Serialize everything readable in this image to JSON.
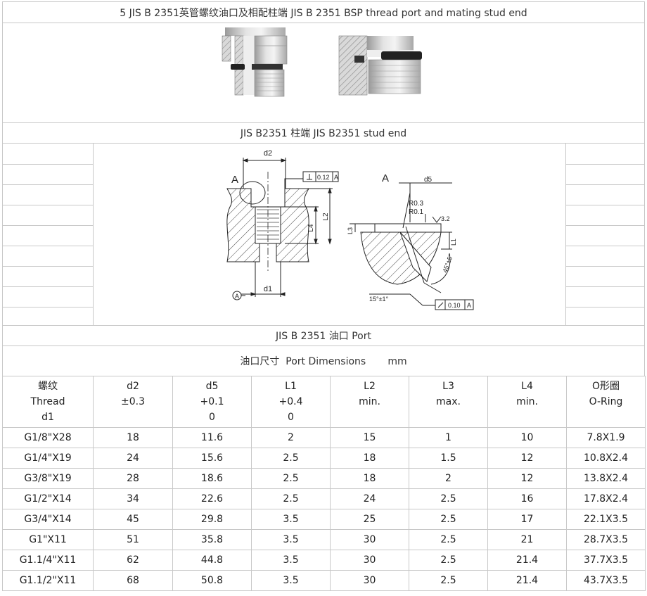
{
  "section1": {
    "title": "5  JIS B 2351英管螺纹油口及相配柱端 JIS B 2351 BSP thread port and mating stud end"
  },
  "section2": {
    "title": "JIS B2351 柱端 JIS B2351 stud end"
  },
  "drawing": {
    "label_d2": "d2",
    "label_d1": "d1",
    "label_d5": "d5",
    "label_A": "A",
    "label_A_left": "A",
    "label_A_right": "A",
    "label_L4": "L4",
    "label_L2": "L2",
    "label_L1": "L1",
    "label_L3": "L3",
    "tol_perp": "0.12",
    "tol_runout": "0.10",
    "r03": "R0.3",
    "r01": "R0.1",
    "rough": "3.2",
    "angle45": "45°±5°",
    "angle15": "15°±1°"
  },
  "section3": {
    "title": "JIS B 2351  油口 Port",
    "subtitle": "油口尺寸  Port Dimensions       mm"
  },
  "table": {
    "headers": [
      [
        "螺纹",
        "Thread",
        "d1"
      ],
      [
        "d2",
        "±0.3",
        ""
      ],
      [
        "d5",
        "+0.1",
        "0"
      ],
      [
        "L1",
        "+0.4",
        "0"
      ],
      [
        "L2",
        "min.",
        ""
      ],
      [
        "L3",
        "max.",
        ""
      ],
      [
        "L4",
        "min.",
        ""
      ],
      [
        "O形圈",
        "O-Ring",
        ""
      ]
    ],
    "rows": [
      [
        "G1/8\"X28",
        "18",
        "11.6",
        "2",
        "15",
        "1",
        "10",
        "7.8X1.9"
      ],
      [
        "G1/4\"X19",
        "24",
        "15.6",
        "2.5",
        "18",
        "1.5",
        "12",
        "10.8X2.4"
      ],
      [
        "G3/8\"X19",
        "28",
        "18.6",
        "2.5",
        "18",
        "2",
        "12",
        "13.8X2.4"
      ],
      [
        "G1/2\"X14",
        "34",
        "22.6",
        "2.5",
        "24",
        "2.5",
        "16",
        "17.8X2.4"
      ],
      [
        "G3/4\"X14",
        "45",
        "29.8",
        "3.5",
        "25",
        "2.5",
        "17",
        "22.1X3.5"
      ],
      [
        "G1\"X11",
        "51",
        "35.8",
        "3.5",
        "30",
        "2.5",
        "21",
        "28.7X3.5"
      ],
      [
        "G1.1/4\"X11",
        "62",
        "44.8",
        "3.5",
        "30",
        "2.5",
        "21.4",
        "37.7X3.5"
      ],
      [
        "G1.1/2\"X11",
        "68",
        "50.8",
        "3.5",
        "30",
        "2.5",
        "21.4",
        "43.7X3.5"
      ]
    ]
  }
}
